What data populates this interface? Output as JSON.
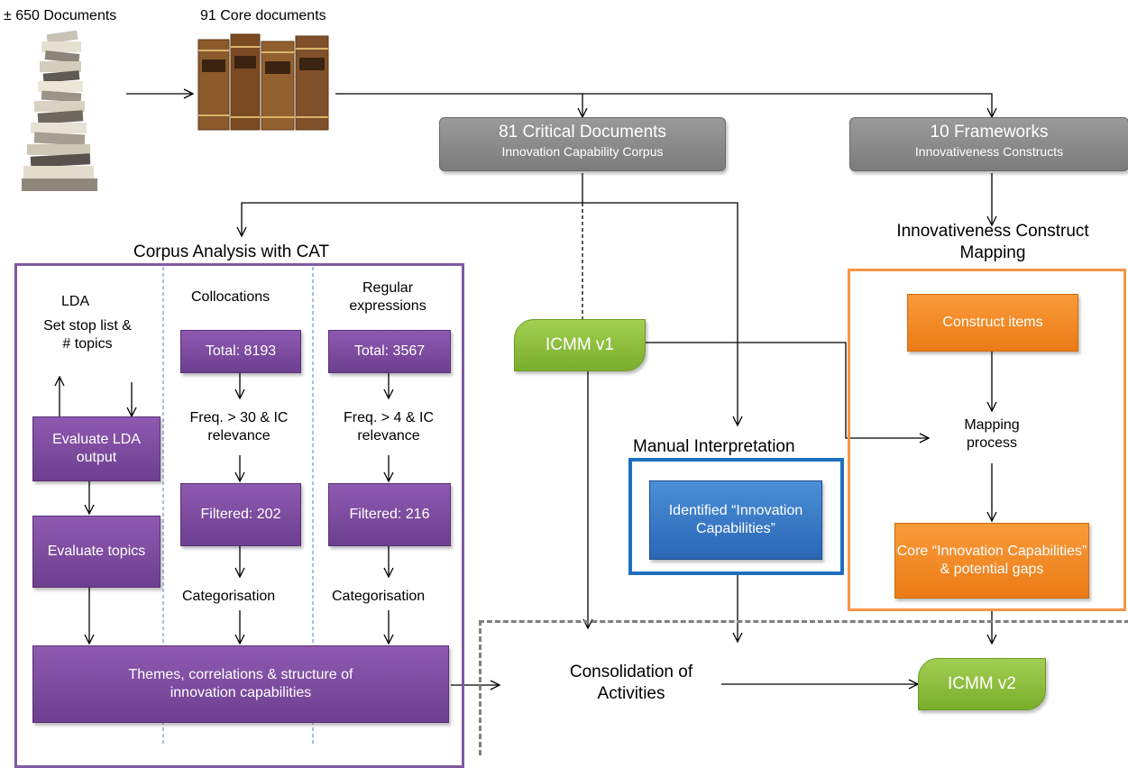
{
  "top": {
    "docs_label": "± 650 Documents",
    "core_label": "91 Core documents"
  },
  "critical": {
    "title": "81 Critical Documents",
    "subtitle": "Innovation Capability Corpus"
  },
  "frameworks": {
    "title": "10 Frameworks",
    "subtitle": "Innovativeness Constructs"
  },
  "corpus": {
    "title": "Corpus Analysis with CAT",
    "lda": {
      "header": "LDA",
      "set_text": "Set stop list & # topics",
      "evaluate_output": "Evaluate LDA output",
      "evaluate_topics": "Evaluate topics"
    },
    "collocations": {
      "header": "Collocations",
      "total": "Total: 8193",
      "filter": "Freq. > 30 & IC relevance",
      "filtered": "Filtered: 202",
      "categorisation": "Categorisation"
    },
    "regex": {
      "header": "Regular expressions",
      "total": "Total: 3567",
      "filter": "Freq. > 4 & IC relevance",
      "filtered": "Filtered: 216",
      "categorisation": "Categorisation"
    },
    "themes": "Themes, correlations & structure of innovation capabilities"
  },
  "icmm_v1": "ICMM v1",
  "icmm_v2": "ICMM v2",
  "manual": {
    "title": "Manual Interpretation",
    "box": "Identified “Innovation Capabilities”"
  },
  "construct": {
    "title": "Innovativeness Construct Mapping",
    "items": "Construct items",
    "process": "Mapping process",
    "core": "Core “Innovation Capabilities” & potential gaps"
  },
  "consolidation": "Consolidation of Activities",
  "colors": {
    "purple_frame": "#7f5aa2",
    "orange_frame": "#f79646",
    "blue_frame": "#1f6fbf",
    "dashed_frame": "#7f7f7f"
  }
}
